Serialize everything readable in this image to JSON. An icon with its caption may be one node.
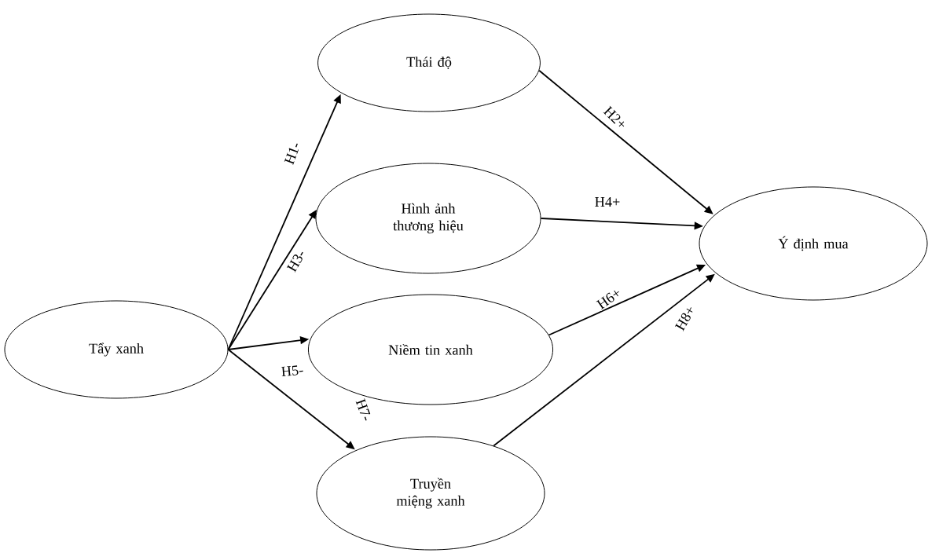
{
  "diagram": {
    "nodes": [
      {
        "text": [
          "Tẩy xanh"
        ]
      },
      {
        "text": [
          "Thái độ"
        ]
      },
      {
        "text": [
          "Hình ảnh thương hiệu"
        ]
      },
      {
        "text": [
          "Niềm tin xanh"
        ]
      },
      {
        "text": [
          "Truyền miệng xanh"
        ]
      },
      {
        "text": [
          "Ý định mua"
        ]
      }
    ],
    "edges": [
      {
        "from": 0,
        "to": 1,
        "arrow": "to",
        "label": "H1-"
      },
      {
        "from": 0,
        "to": 2,
        "arrow": "to",
        "label": "H3-"
      },
      {
        "from": 0,
        "to": 3,
        "arrow": "to",
        "label": "H5-"
      },
      {
        "from": 0,
        "to": 4,
        "arrow": "to",
        "label": "H7-"
      },
      {
        "from": 1,
        "to": 5,
        "arrow": "to",
        "label": "H2+"
      },
      {
        "from": 2,
        "to": 5,
        "arrow": "to",
        "label": "H4+"
      },
      {
        "from": 3,
        "to": 5,
        "arrow": "to",
        "label": "H6+"
      },
      {
        "from": 4,
        "to": 5,
        "arrow": "to",
        "label": "H8+"
      }
    ]
  }
}
